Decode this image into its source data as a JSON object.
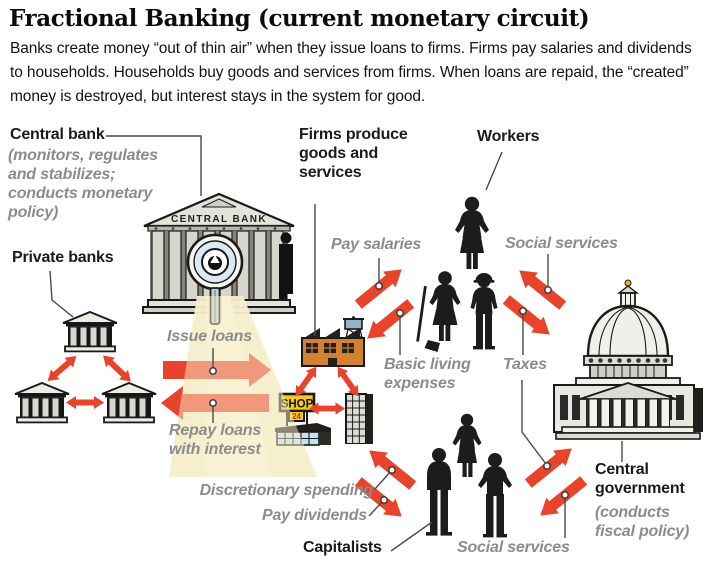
{
  "header": {
    "title": "Fractional Banking (current monetary circuit)",
    "intro": "Banks create money “out of thin air” when they issue loans to firms. Firms pay salaries and dividends to households. Households buy goods and services from firms. When loans are repaid, the “created” money is destroyed, but interest stays in the system for good."
  },
  "nodes": {
    "central_bank": {
      "label": "Central bank",
      "note": "(monitors, regulates and stabilizes; conducts monetary policy)",
      "building_sign": "CENTRAL BANK"
    },
    "private_banks": {
      "label": "Private banks"
    },
    "firms": {
      "label": "Firms produce goods and services",
      "shop_sign": "SHOP",
      "shop_hours": "24"
    },
    "workers": {
      "label": "Workers"
    },
    "capitalists": {
      "label": "Capitalists"
    },
    "central_government": {
      "label": "Central government",
      "note": "(conducts fiscal policy)"
    }
  },
  "flows": {
    "issue_loans": "Issue loans",
    "repay_loans": "Repay loans with interest",
    "pay_salaries": "Pay salaries",
    "basic_living_expenses": "Basic living expenses",
    "social_services_workers": "Social services",
    "taxes": "Taxes",
    "discretionary_spending": "Discretionary spending",
    "pay_dividends": "Pay dividends",
    "social_services_capitalists": "Social services"
  },
  "colors": {
    "arrow_red": "#e8432b",
    "beam_yellow": "#f6eecb",
    "gray_label": "#8c8c8c",
    "text_black": "#141414",
    "shop_yellow": "#f6c91f",
    "factory_orange": "#d3812f"
  }
}
